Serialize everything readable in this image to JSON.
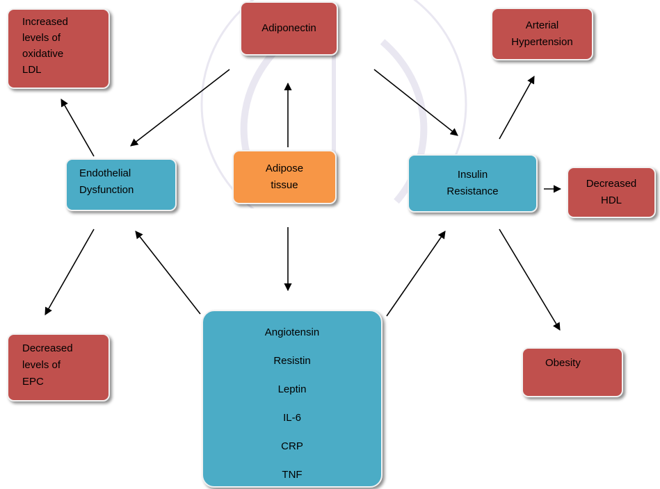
{
  "nodes": {
    "adiponectin": [
      "Adiponectin"
    ],
    "oxidative_ldl": [
      "Increased",
      "levels of",
      "oxidative",
      "LDL"
    ],
    "arterial_hypertension": [
      "Arterial",
      "Hypertension"
    ],
    "endothelial_dysfunction": [
      "Endothelial",
      "Dysfunction"
    ],
    "adipose_tissue": [
      "Adipose",
      "tissue"
    ],
    "insulin_resistance": [
      "Insulin",
      "Resistance"
    ],
    "decreased_hdl": [
      "Decreased",
      "HDL"
    ],
    "decreased_epc": [
      "Decreased",
      "levels of",
      "EPC"
    ],
    "obesity": [
      "Obesity"
    ],
    "factors": [
      "Angiotensin",
      "Resistin",
      "Leptin",
      "IL-6",
      "CRP",
      "TNF"
    ]
  },
  "colors": {
    "red": "#c0504d",
    "blue": "#4bacc6",
    "orange": "#f79646",
    "arrow": "#000000"
  }
}
